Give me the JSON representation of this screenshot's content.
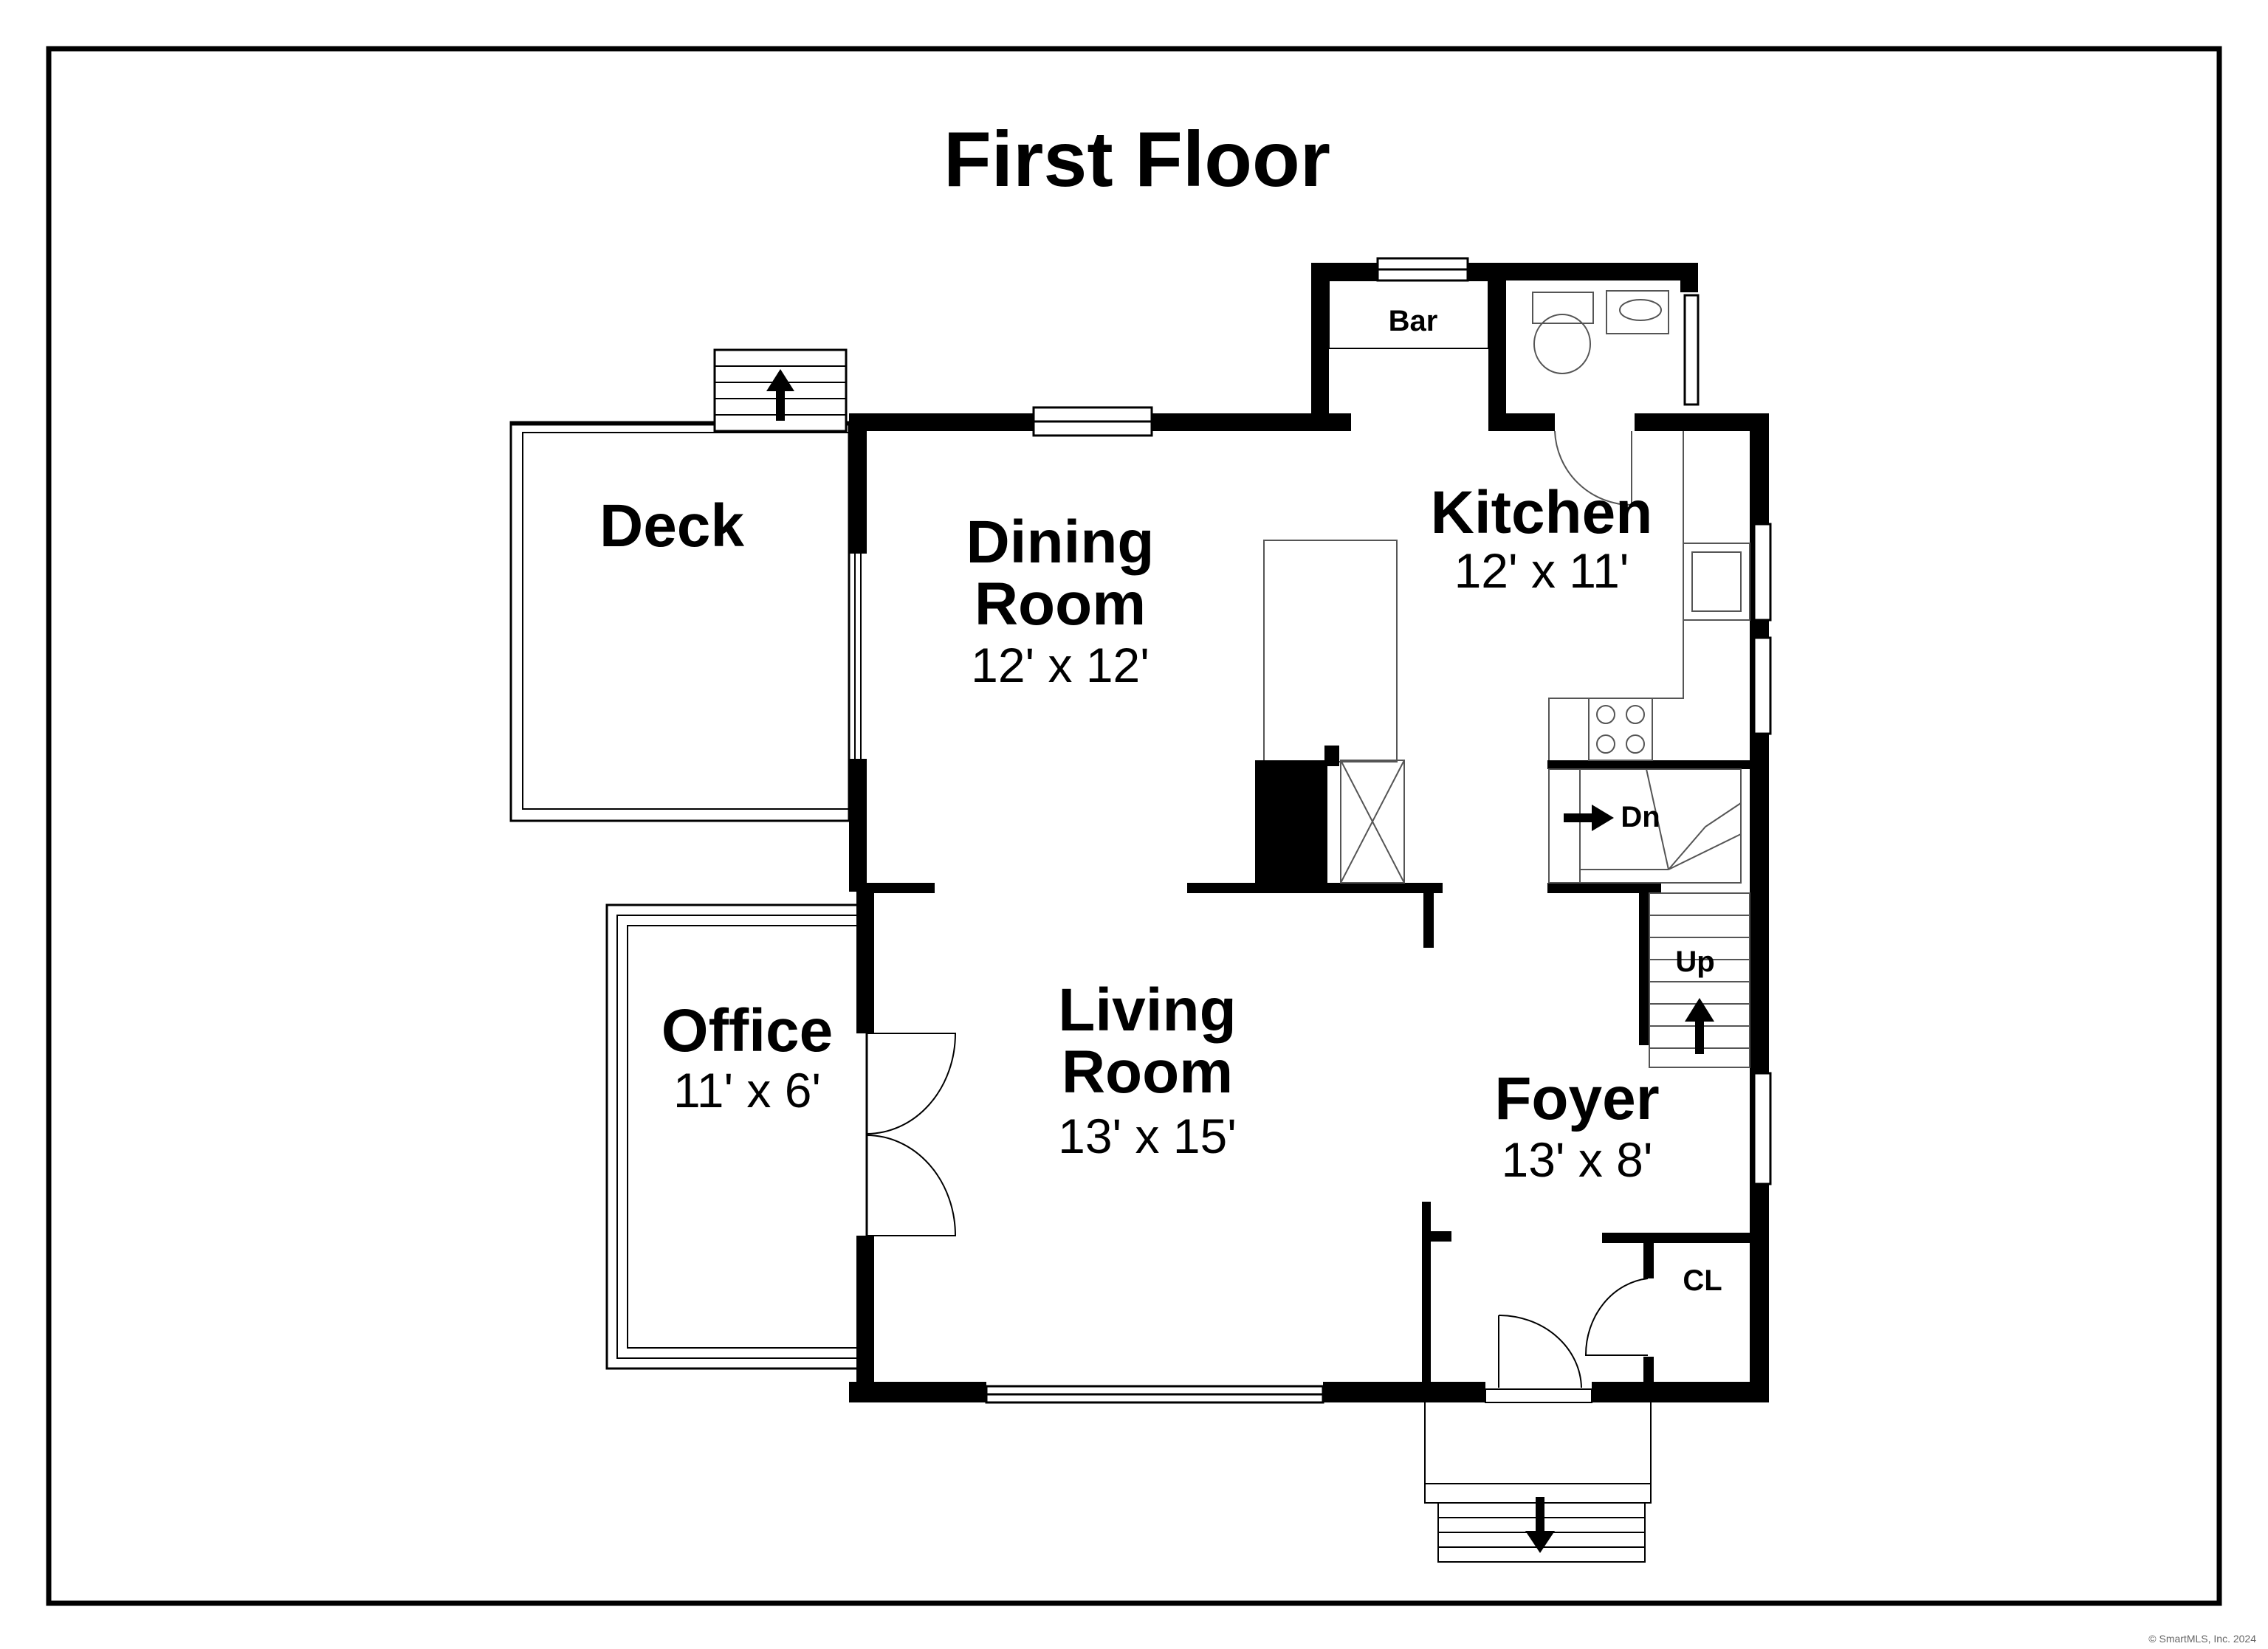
{
  "title": "First Floor",
  "rooms": {
    "deck": {
      "name": "Deck"
    },
    "dining": {
      "name_line1": "Dining",
      "name_line2": "Room",
      "dims": "12' x 12'"
    },
    "kitchen": {
      "name": "Kitchen",
      "dims": "12' x 11'"
    },
    "living": {
      "name_line1": "Living",
      "name_line2": "Room",
      "dims": "13' x 15'"
    },
    "office": {
      "name": "Office",
      "dims": "11' x 6'"
    },
    "foyer": {
      "name": "Foyer",
      "dims": "13' x 8'"
    }
  },
  "labels": {
    "bar": "Bar",
    "stairs_down": "Dn",
    "stairs_up": "Up",
    "closet": "CL"
  },
  "copyright": "© SmartMLS, Inc. 2024",
  "colors": {
    "walls": "#000000",
    "background": "#ffffff",
    "fixtures": "#555555"
  }
}
